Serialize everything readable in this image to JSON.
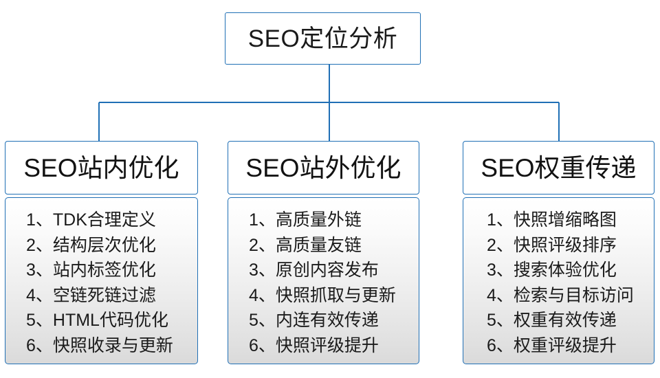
{
  "diagram": {
    "type": "organization-tree",
    "accent_color": "#1f6fb5",
    "text_color": "#1a1a1a",
    "body_gradient_top": "#ffffff",
    "body_gradient_bottom": "#dadada",
    "root": {
      "label": "SEO定位分析"
    },
    "branches": [
      {
        "title": "SEO站内优化",
        "items": [
          "1、TDK合理定义",
          "2、结构层次优化",
          "3、站内标签优化",
          "4、空链死链过滤",
          "5、HTML代码优化",
          "6、快照收录与更新"
        ]
      },
      {
        "title": "SEO站外优化",
        "items": [
          "1、高质量外链",
          "2、高质量友链",
          "3、原创内容发布",
          "4、快照抓取与更新",
          "5、内连有效传递",
          "6、快照评级提升"
        ]
      },
      {
        "title": "SEO权重传递",
        "items": [
          "1、快照增缩略图",
          "2、快照评级排序",
          "3、搜索体验优化",
          "4、检索与目标访问",
          "5、权重有效传递",
          "6、权重评级提升"
        ]
      }
    ]
  }
}
